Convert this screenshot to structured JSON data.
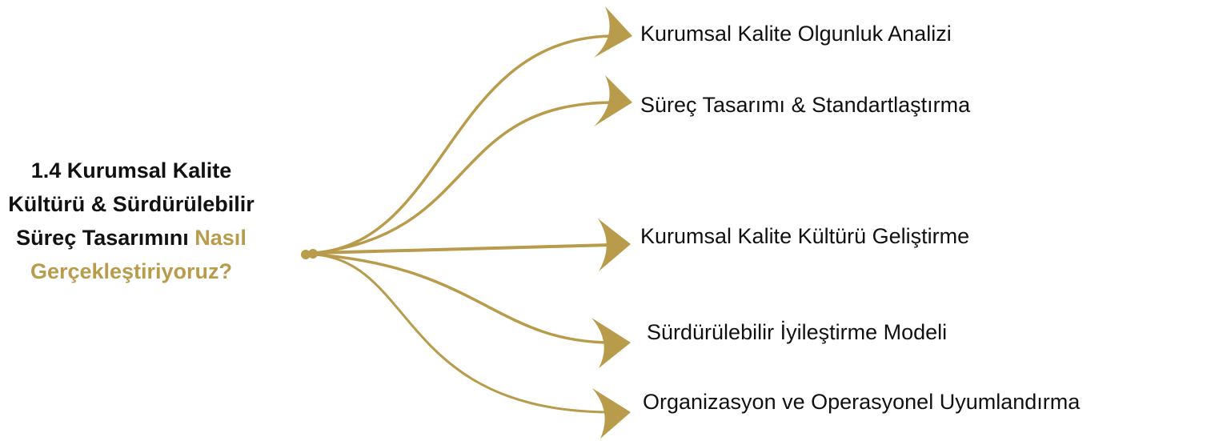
{
  "title": {
    "black": "1.4 Kurumsal Kalite Kültürü & Sürdürülebilir Süreç Tasarımını",
    "gold": "Nasıl Gerçekleştiriyoruz?"
  },
  "branches": [
    {
      "label": "Kurumsal Kalite Olgunluk Analizi"
    },
    {
      "label": "Süreç Tasarımı & Standartlaştırma"
    },
    {
      "label": "Kurumsal Kalite Kültürü Geliştirme"
    },
    {
      "label": "Sürdürülebilir İyileştirme Modeli"
    },
    {
      "label": "Organizasyon ve Operasyonel Uyumlandırma"
    }
  ],
  "colors": {
    "accent": "#b89b4b",
    "text": "#111111"
  }
}
